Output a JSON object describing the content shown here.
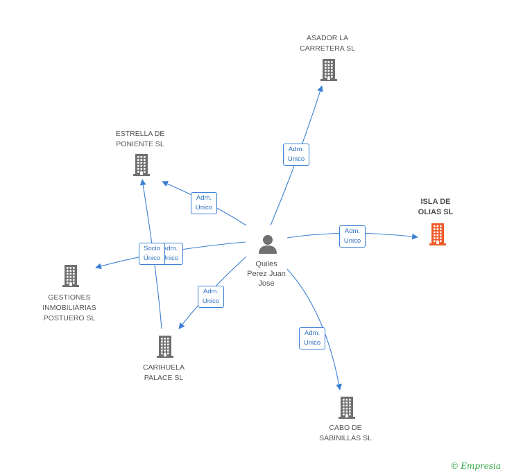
{
  "colors": {
    "edge": "#3b7fd4",
    "company": "#707070",
    "highlight": "#ee5b2b",
    "person": "#707070",
    "brand": "#27a33f"
  },
  "person": {
    "name": "Quiles\nPerez Juan\nJose",
    "icon": "person-icon"
  },
  "companies": [
    {
      "id": "asador",
      "name": "ASADOR LA\nCARRETERA SL",
      "icon": "building-icon",
      "highlight": false
    },
    {
      "id": "isla",
      "name": "ISLA DE\nOLIAS SL",
      "icon": "building-icon",
      "highlight": true
    },
    {
      "id": "estrella",
      "name": "ESTRELLA DE\nPONIENTE SL",
      "icon": "building-icon",
      "highlight": false
    },
    {
      "id": "gestiones",
      "name": "GESTIONES\nINMOBILIARIAS\nPOSTUERO SL",
      "icon": "building-icon",
      "highlight": false
    },
    {
      "id": "carihuela",
      "name": "CARIHUELA\nPALACE SL",
      "icon": "building-icon",
      "highlight": false
    },
    {
      "id": "cabo",
      "name": "CABO DE\nSABINILLAS SL",
      "icon": "building-icon",
      "highlight": false
    }
  ],
  "edges": [
    {
      "from": "person",
      "to": "asador",
      "label": "Adm.\nUnico"
    },
    {
      "from": "person",
      "to": "isla",
      "label": "Adm.\nUnico"
    },
    {
      "from": "person",
      "to": "estrella",
      "label": "Adm.\nUnico"
    },
    {
      "from": "person",
      "to": "gestiones",
      "label": "Adm.\nUnico"
    },
    {
      "from": "person",
      "to": "carihuela",
      "label": "Adm.\nUnico"
    },
    {
      "from": "person",
      "to": "cabo",
      "label": "Adm.\nUnico"
    },
    {
      "from": "carihuela",
      "to": "estrella",
      "label": "Socio\nÚnico"
    }
  ],
  "brand": {
    "copyright": "©",
    "name": "Empresia"
  }
}
